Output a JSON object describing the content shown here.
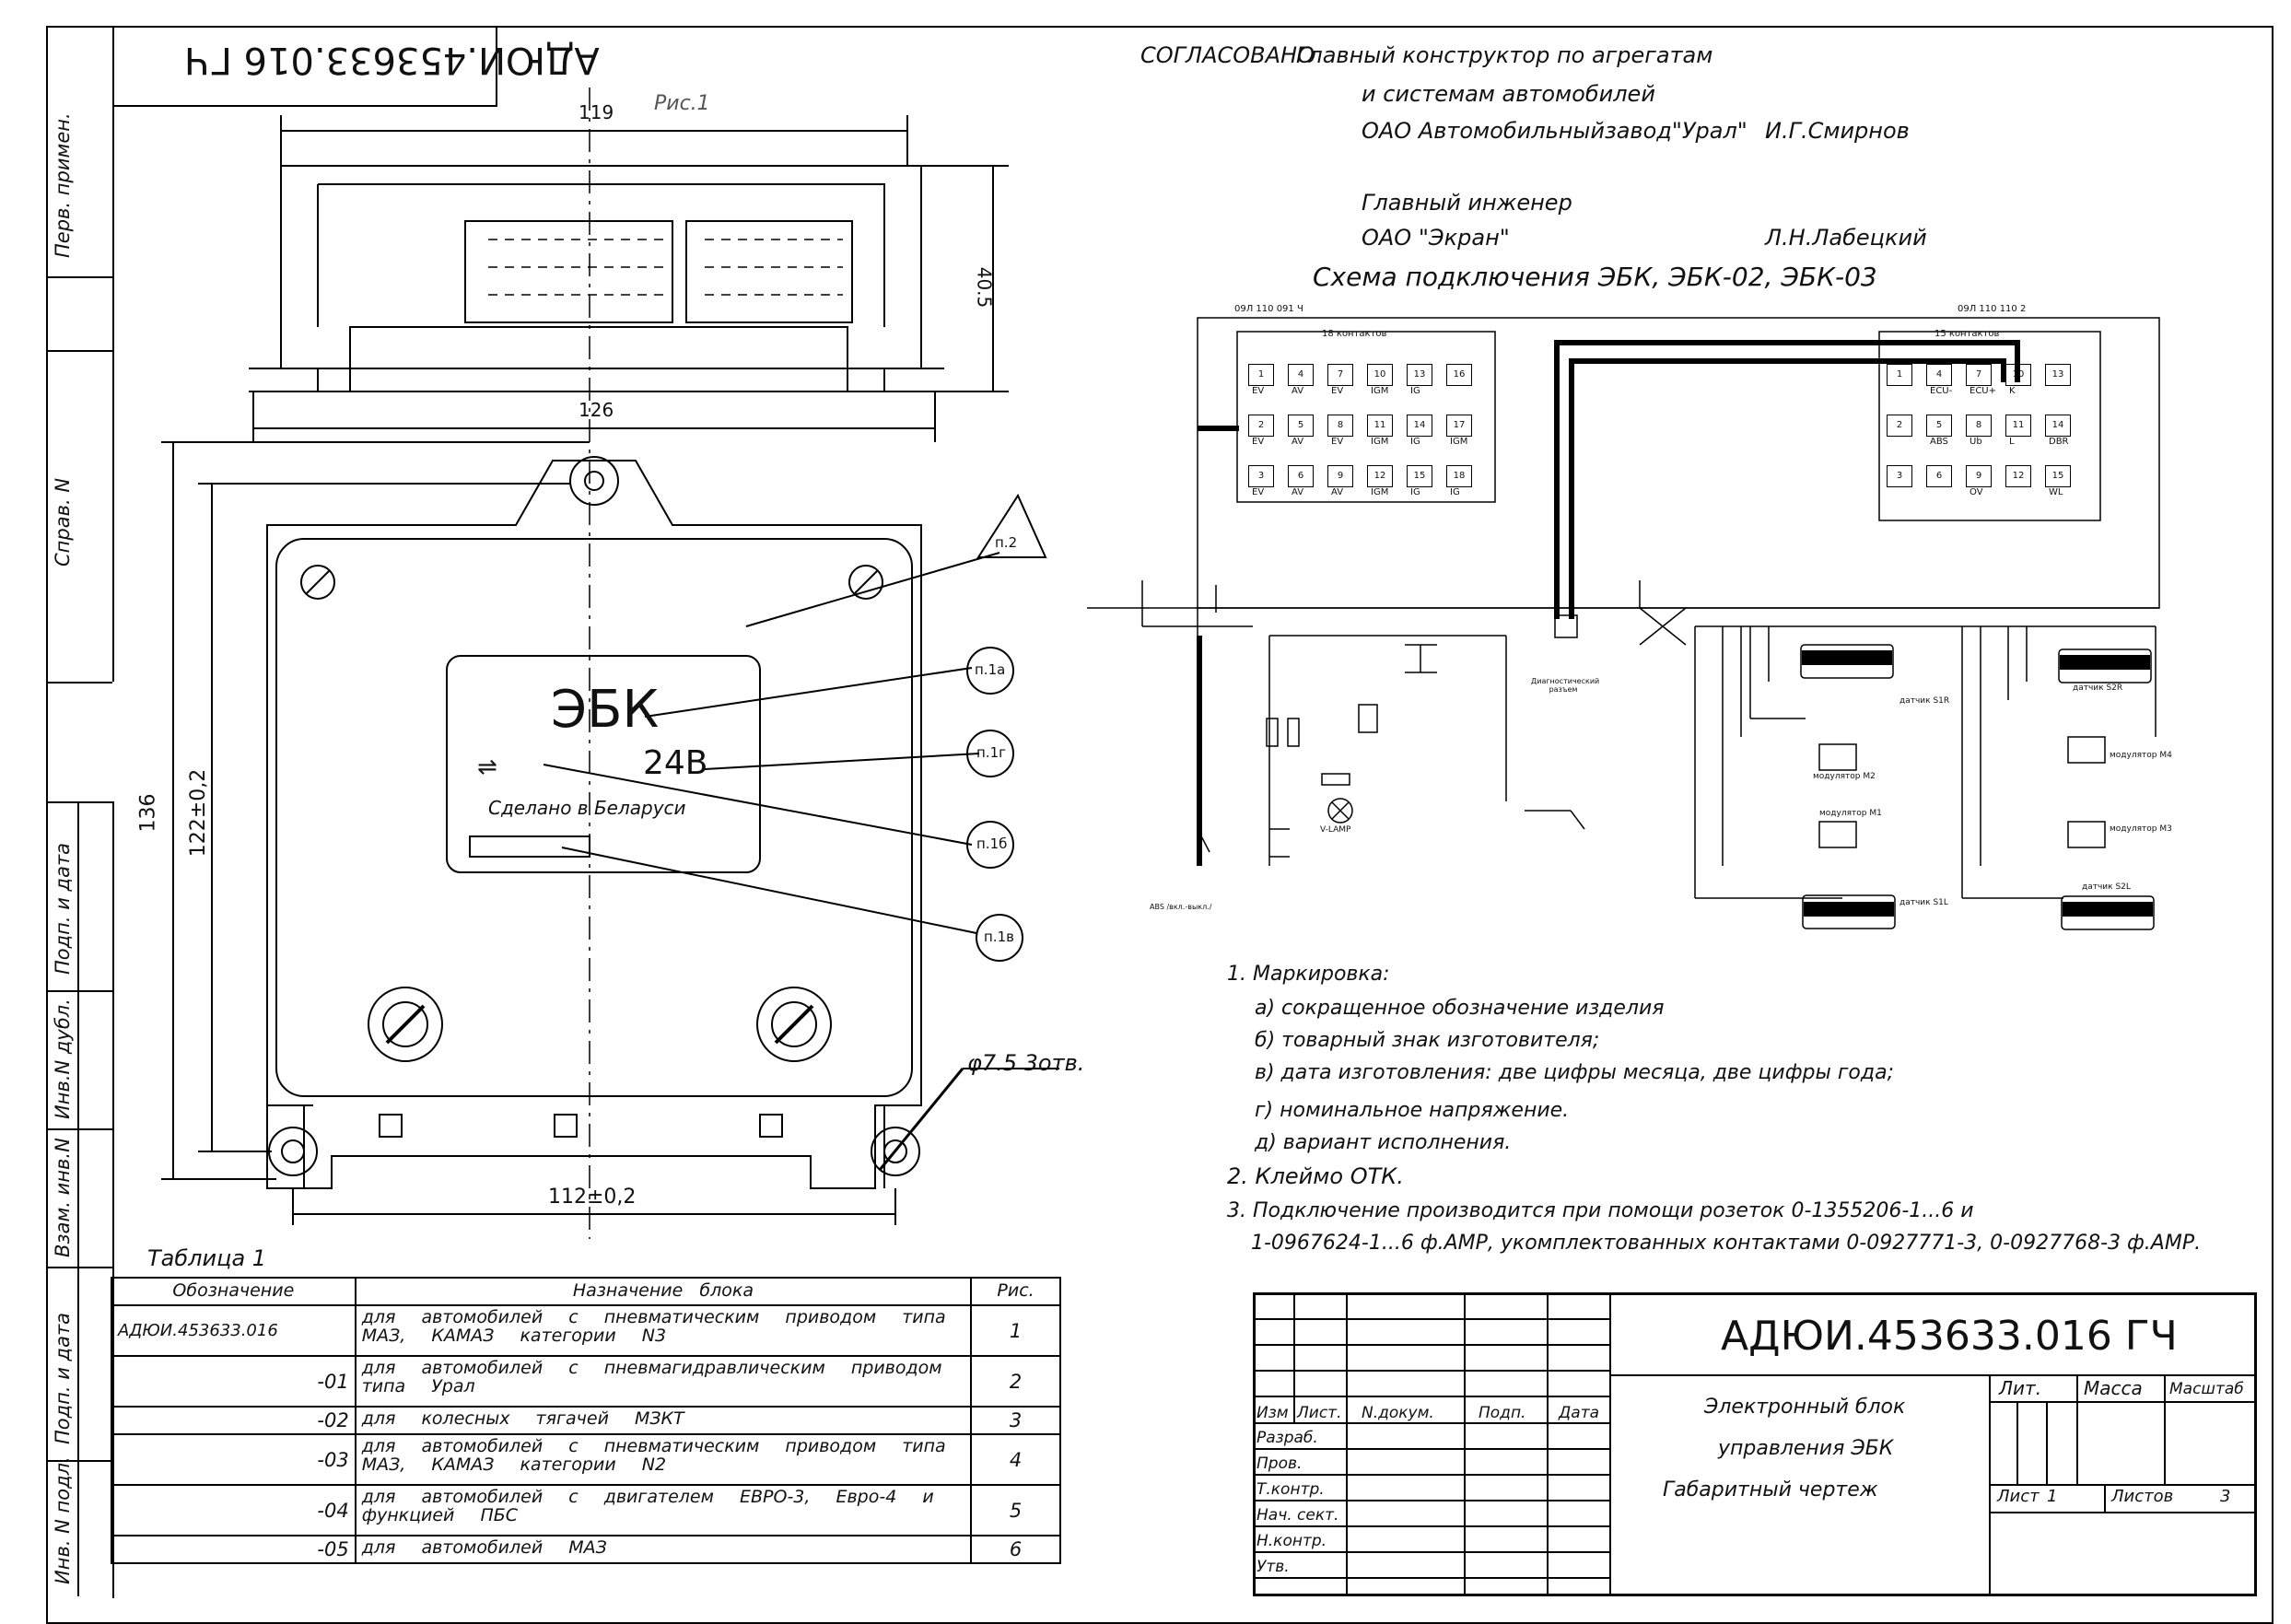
{
  "sheet": {
    "designation": "АДЮИ.453633.016 ГЧ",
    "designation_rotated": "АДЮИ.453633.016 ГЧ",
    "sidebar_labels": [
      "Перв. примен.",
      "Справ. N",
      "Подп. и дата",
      "Инв.N дубл.",
      "Взам. инв.N",
      "Подп. и дата",
      "Инв. N подл."
    ]
  },
  "approval": {
    "agreed": "СОГЛАСОВАНО",
    "line1": "Главный конструктор по агрегатам",
    "line2": "и системам автомобилей",
    "line3": "ОАО Автомобильныйзавод\"Урал\"",
    "name1": "И.Г.Смирнов",
    "line4": "Главный инженер",
    "line5": "ОАО \"Экран\"",
    "name2": "Л.Н.Лабецкий"
  },
  "drawing": {
    "fig_label": "Рис.1",
    "dim_top": "119",
    "dim_top2": "126",
    "dim_height": "40.5",
    "dim_136": "136",
    "dim_122": "122±0,2",
    "dim_112": "112±0,2",
    "hole": "φ7.5 3отв.",
    "device_mark": "ЭБК",
    "voltage_mark": "24В",
    "made_in": "Сделано в Беларуси",
    "callouts": [
      "п.2",
      "п.1а",
      "п.1г",
      "п.1б",
      "п.1в"
    ]
  },
  "schematic": {
    "title": "Схема подключения ЭБК, ЭБК-02, ЭБК-03",
    "conn_left_code": "09Л 110 091 Ч",
    "conn_left_title": "18 контактов",
    "conn_right_code": "09Л 110 110 2",
    "conn_right_title": "15 контактов",
    "left_pins": [
      {
        "n": "1",
        "s": "EV"
      },
      {
        "n": "4",
        "s": "AV"
      },
      {
        "n": "7",
        "s": "EV"
      },
      {
        "n": "10",
        "s": "IGM"
      },
      {
        "n": "13",
        "s": "IG"
      },
      {
        "n": "16",
        "s": ""
      },
      {
        "n": "2",
        "s": "EV"
      },
      {
        "n": "5",
        "s": "AV"
      },
      {
        "n": "8",
        "s": "EV"
      },
      {
        "n": "11",
        "s": "IGM"
      },
      {
        "n": "14",
        "s": "IG"
      },
      {
        "n": "17",
        "s": "IGM"
      },
      {
        "n": "3",
        "s": "EV"
      },
      {
        "n": "6",
        "s": "AV"
      },
      {
        "n": "9",
        "s": "AV"
      },
      {
        "n": "12",
        "s": "IGM"
      },
      {
        "n": "15",
        "s": "IG"
      },
      {
        "n": "18",
        "s": "IG"
      }
    ],
    "right_pins": [
      {
        "n": "1",
        "s": ""
      },
      {
        "n": "4",
        "s": "ECU-"
      },
      {
        "n": "7",
        "s": "ECU+"
      },
      {
        "n": "10",
        "s": "K"
      },
      {
        "n": "13",
        "s": ""
      },
      {
        "n": "2",
        "s": ""
      },
      {
        "n": "5",
        "s": "ABS"
      },
      {
        "n": "8",
        "s": "Ub"
      },
      {
        "n": "11",
        "s": "L"
      },
      {
        "n": "14",
        "s": "DBR"
      },
      {
        "n": "3",
        "s": ""
      },
      {
        "n": "6",
        "s": ""
      },
      {
        "n": "9",
        "s": "OV"
      },
      {
        "n": "12",
        "s": ""
      },
      {
        "n": "15",
        "s": "WL"
      }
    ],
    "sensors": [
      "датчик S1R",
      "датчик S2R",
      "датчик S1L",
      "датчик S2L"
    ],
    "modulators": [
      "модулятор М2",
      "модулятор М4",
      "модулятор М1",
      "модулятор М3"
    ],
    "diag": "Диагностический разъем",
    "lamp": "V-LAMP",
    "abs_switch": "ABS /вкл.-выкл./"
  },
  "notes": {
    "n1": "1.  Маркировка:",
    "n1a": "а) сокращенное обозначение изделия",
    "n1b": "б) товарный знак изготовителя;",
    "n1c": "в) дата изготовления: две цифры месяца, две цифры года;",
    "n1d": "г) номинальное напряжение.",
    "n1e": "д) вариант исполнения.",
    "n2": "2.  Клеймо      ОТК.",
    "n3a": "3.  Подключение производится при помощи розеток 0-1355206-1...6 и",
    "n3b": "1-0967624-1...6 ф.АМР, укомплектованных контактами 0-0927771-3, 0-0927768-3 ф.АМР."
  },
  "table1": {
    "caption": "Таблица 1",
    "headers": [
      "Обозначение",
      "Назначение      блока",
      "Рис."
    ],
    "rows": [
      {
        "code": "АДЮИ.453633.016",
        "desc": "для автомобилей с пневматическим приводом типа МАЗ, КАМАЗ категории N3",
        "pic": "1"
      },
      {
        "code": "-01",
        "desc": "для автомобилей с пневмагидравлическим приводом типа Урал",
        "pic": "2"
      },
      {
        "code": "-02",
        "desc": "для колесных тягачей МЗКТ",
        "pic": "3"
      },
      {
        "code": "-03",
        "desc": "для автомобилей с пневматическим приводом типа МАЗ, КАМАЗ категории N2",
        "pic": "4"
      },
      {
        "code": "-04",
        "desc": "для автомобилей с двигателем ЕВРО-3, Евро-4 и функцией ПБС",
        "pic": "5"
      },
      {
        "code": "-05",
        "desc": "для автомобилей МАЗ",
        "pic": "6"
      }
    ]
  },
  "title_block": {
    "designation": "АДЮИ.453633.016 ГЧ",
    "product_1": "Электронный блок",
    "product_2": "управления ЭБК",
    "product_3": "Габаритный чертеж",
    "lit": "Лит.",
    "mass": "Масса",
    "scale": "Масштаб",
    "sheet_lbl": "Лист",
    "sheet_val": "1",
    "sheets_lbl": "Листов",
    "sheets_val": "3",
    "col_headers": [
      "Изм",
      "Лист.",
      "N.докум.",
      "Подп.",
      "Дата"
    ],
    "roles": [
      "Разраб.",
      "Пров.",
      "Т.контр.",
      "Нач. сект.",
      "Н.контр.",
      "Утв."
    ]
  }
}
